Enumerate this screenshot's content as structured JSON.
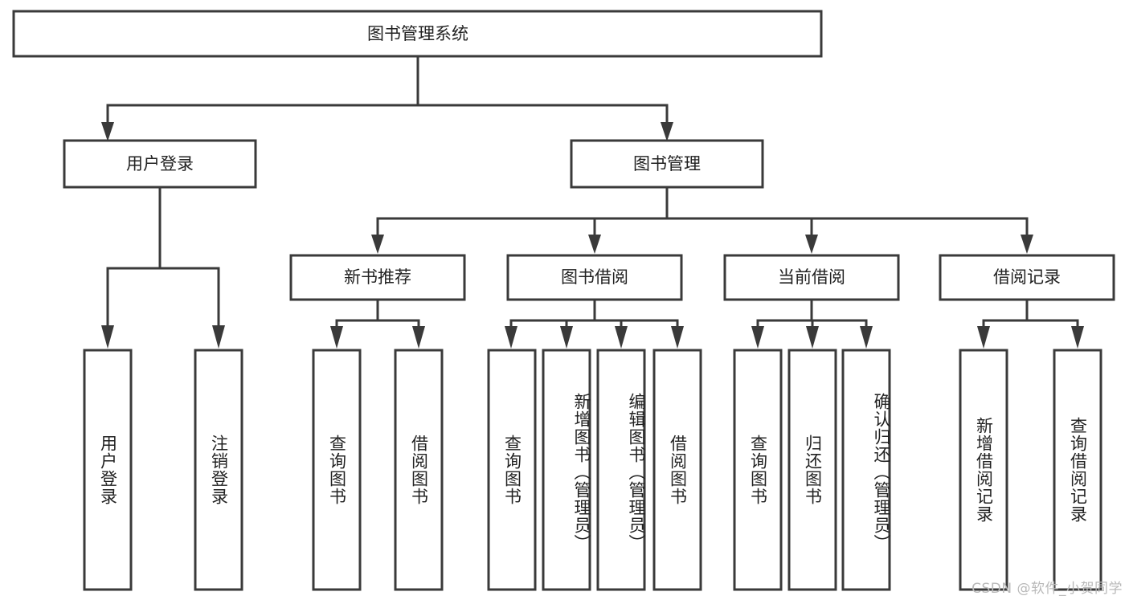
{
  "diagram": {
    "type": "tree-hierarchy",
    "title": "图书管理系统",
    "watermark": "CSDN @软件_小贺同学",
    "colors": {
      "stroke": "#3a3a3a",
      "fill": "#ffffff",
      "text": "#222222",
      "watermark": "#b9b9b9",
      "background": "#ffffff"
    },
    "nodes": {
      "root": {
        "label": "图书管理系统",
        "level": 1,
        "orientation": "horizontal"
      },
      "l2_1": {
        "label": "用户登录",
        "level": 2,
        "orientation": "horizontal"
      },
      "l2_2": {
        "label": "图书管理",
        "level": 2,
        "orientation": "horizontal"
      },
      "l3_1": {
        "label": "新书推荐",
        "level": 3,
        "orientation": "horizontal"
      },
      "l3_2": {
        "label": "图书借阅",
        "level": 3,
        "orientation": "horizontal"
      },
      "l3_3": {
        "label": "当前借阅",
        "level": 3,
        "orientation": "horizontal"
      },
      "l3_4": {
        "label": "借阅记录",
        "level": 3,
        "orientation": "horizontal"
      },
      "leaf_1": {
        "label": "用户登录",
        "level": 4,
        "orientation": "vertical",
        "parent": "用户登录"
      },
      "leaf_2": {
        "label": "注销登录",
        "level": 4,
        "orientation": "vertical",
        "parent": "用户登录"
      },
      "leaf_3": {
        "label": "查询图书",
        "level": 4,
        "orientation": "vertical",
        "parent": "新书推荐"
      },
      "leaf_4": {
        "label": "借阅图书",
        "level": 4,
        "orientation": "vertical",
        "parent": "新书推荐"
      },
      "leaf_5": {
        "label": "查询图书",
        "level": 4,
        "orientation": "vertical",
        "parent": "图书借阅"
      },
      "leaf_6": {
        "label": "新增图书（管理员）",
        "level": 4,
        "orientation": "vertical",
        "parent": "图书借阅"
      },
      "leaf_7": {
        "label": "编辑图书（管理员）",
        "level": 4,
        "orientation": "vertical",
        "parent": "图书借阅"
      },
      "leaf_8": {
        "label": "借阅图书",
        "level": 4,
        "orientation": "vertical",
        "parent": "图书借阅"
      },
      "leaf_9": {
        "label": "查询图书",
        "level": 4,
        "orientation": "vertical",
        "parent": "当前借阅"
      },
      "leaf_10": {
        "label": "归还图书",
        "level": 4,
        "orientation": "vertical",
        "parent": "当前借阅"
      },
      "leaf_11": {
        "label": "确认归还（管理员）",
        "level": 4,
        "orientation": "vertical",
        "parent": "当前借阅"
      },
      "leaf_12": {
        "label": "新增借阅记录",
        "level": 4,
        "orientation": "vertical",
        "parent": "借阅记录"
      },
      "leaf_13": {
        "label": "查询借阅记录",
        "level": 4,
        "orientation": "vertical",
        "parent": "借阅记录"
      }
    }
  }
}
